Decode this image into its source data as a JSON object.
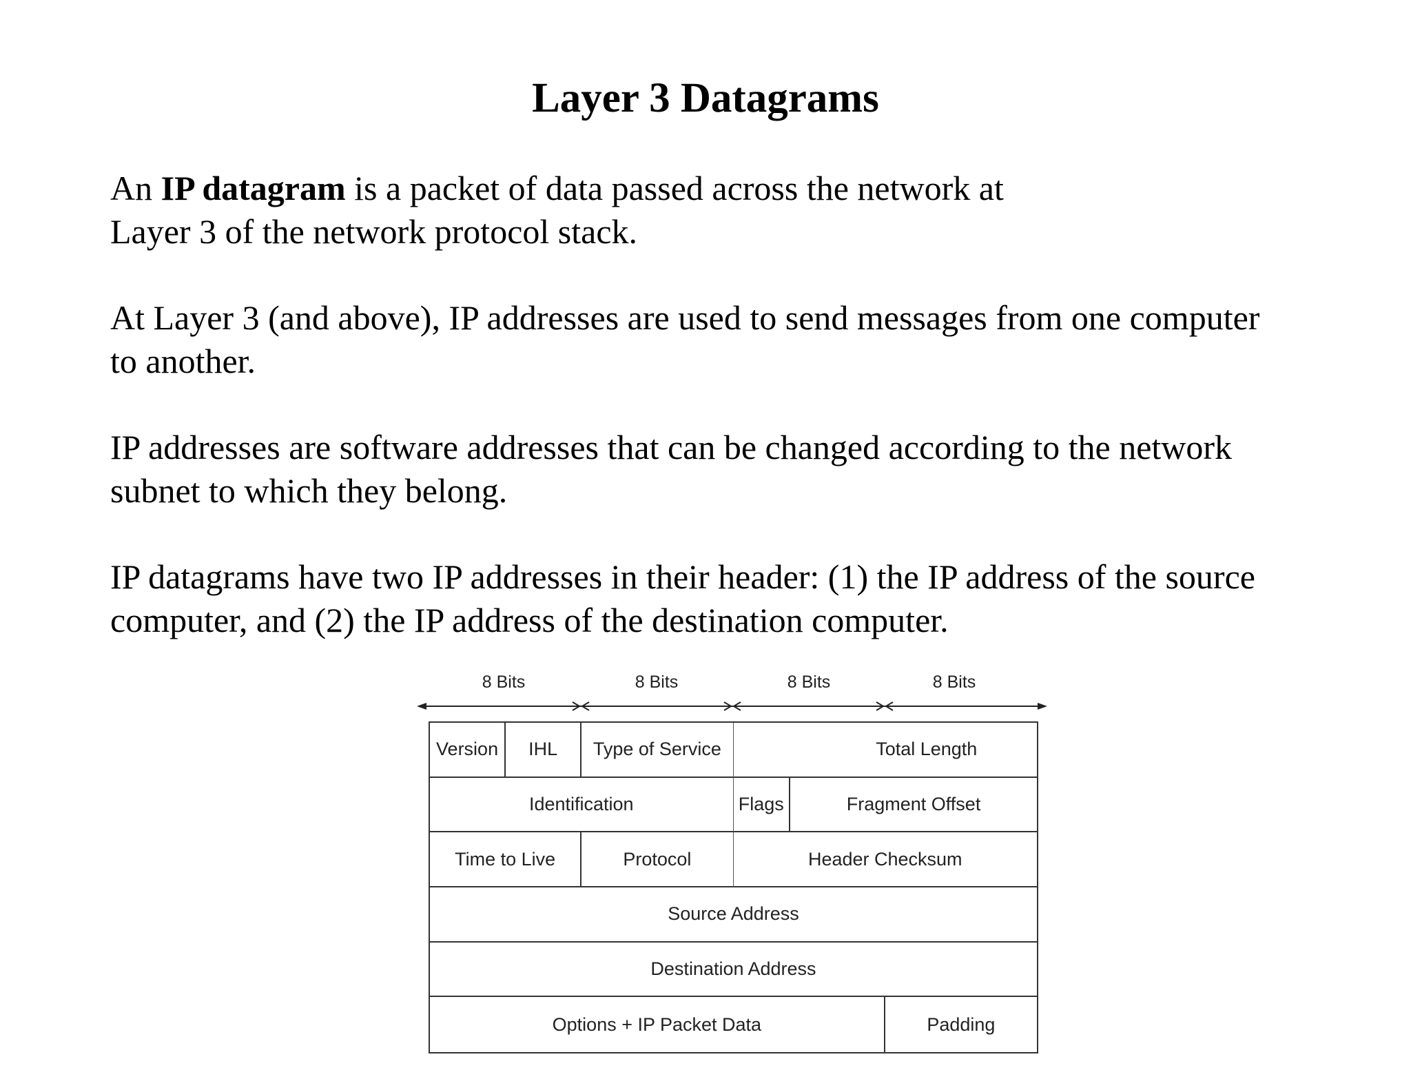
{
  "title": "Layer 3 Datagrams",
  "paragraphs": {
    "p1": {
      "pre": "An ",
      "bold": "IP datagram",
      "post": " is a packet of data passed across the network at",
      "line2": "Layer 3 of the network protocol stack."
    },
    "p2": {
      "line1": "At Layer 3 (and above), IP addresses are used to send messages from one computer",
      "line2": "to another."
    },
    "p3": {
      "line1": "IP addresses are software addresses that can be changed according to the network",
      "line2": "subnet to which they belong."
    },
    "p4": {
      "line1": "IP datagrams have two IP addresses in their header: (1) the IP address of the source",
      "line2": "computer, and (2) the IP address of the destination computer."
    }
  },
  "diagram": {
    "bit_labels": [
      "8 Bits",
      "8 Bits",
      "8 Bits",
      "8 Bits"
    ],
    "fields": {
      "version": "Version",
      "ihl": "IHL",
      "type_of_service": "Type of Service",
      "total_length": "Total Length",
      "identification": "Identification",
      "flags": "Flags",
      "fragment_offset": "Fragment Offset",
      "time_to_live": "Time to Live",
      "protocol": "Protocol",
      "header_checksum": "Header Checksum",
      "source_address": "Source Address",
      "destination_address": "Destination Address",
      "options_data": "Options + IP Packet Data",
      "padding": "Padding"
    }
  }
}
